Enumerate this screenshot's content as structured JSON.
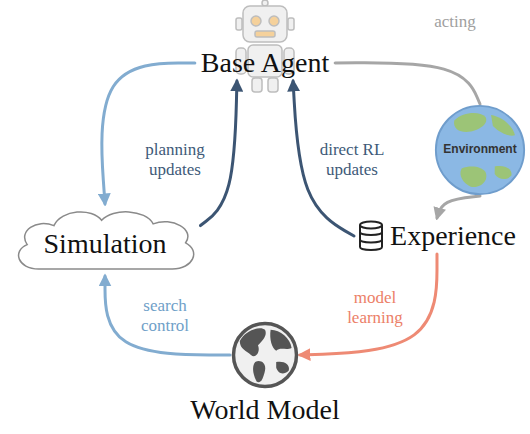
{
  "diagram": {
    "nodes": [
      {
        "text": [
          "Base Agent"
        ]
      },
      {
        "text": [
          "Environment"
        ]
      },
      {
        "text": [
          "Simulation"
        ]
      },
      {
        "text": [
          "Experience"
        ]
      },
      {
        "text": [
          "World Model"
        ]
      }
    ],
    "edges": [
      {
        "from": 0,
        "to": 1,
        "label": "acting",
        "arrow": "none"
      },
      {
        "from": 1,
        "to": 3,
        "arrow": "to"
      },
      {
        "from": 0,
        "to": 2,
        "arrow": "to"
      },
      {
        "from": 2,
        "to": 0,
        "label": "planning updates",
        "arrow": "to"
      },
      {
        "from": 3,
        "to": 0,
        "label": "direct RL updates",
        "arrow": "to"
      },
      {
        "from": 3,
        "to": 4,
        "label": "model learning",
        "arrow": "to"
      },
      {
        "from": 4,
        "to": 2,
        "label": "search control",
        "arrow": "to"
      }
    ]
  }
}
